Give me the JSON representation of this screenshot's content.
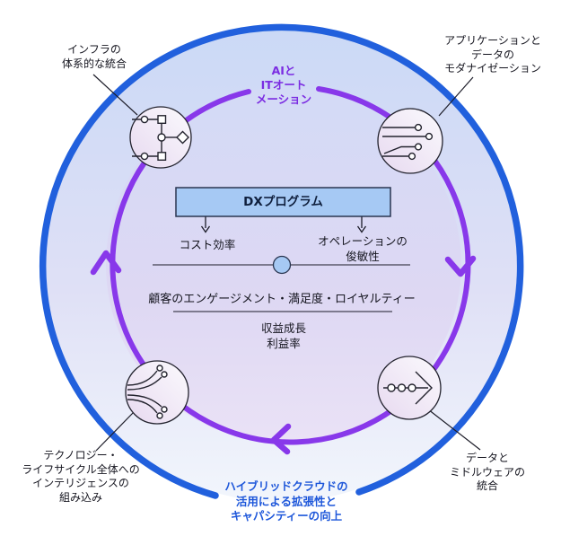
{
  "diagram_title": "DX program transformation cycle",
  "colors": {
    "outer_ring_blue": "#2160dd",
    "inner_ring_purple": "#8838ea",
    "program_box_fill": "#a6c9f4",
    "program_box_border": "#2a3550",
    "dark_text": "#15151f",
    "purple_text": "#7b2ce2",
    "blue_text": "#1e57da",
    "inner_fill_top": "#d3daf6",
    "inner_fill_bottom": "#eae2f6",
    "outer_fill_top": "#cbd9f6",
    "outer_fill_bottom": "#f2f6fc"
  },
  "ring_labels": {
    "top": {
      "lines": [
        "AIと",
        "ITオート",
        "メーション"
      ]
    },
    "bottom": {
      "lines": [
        "ハイブリッドクラウドの",
        "活用による拡張性と",
        "キャパシティーの向上"
      ]
    }
  },
  "corner_labels": {
    "top_left": {
      "icon": "network-topology-icon",
      "lines": [
        "インフラの",
        "体系的な統合"
      ]
    },
    "top_right": {
      "icon": "circuit-traces-icon",
      "lines": [
        "アプリケーションと",
        "データの",
        "モダナイゼーション"
      ]
    },
    "bottom_left": {
      "icon": "converging-flows-icon",
      "lines": [
        "テクノロジー・",
        "ライフサイクル全体への",
        "インテリジェンスの",
        "組み込み"
      ]
    },
    "bottom_right": {
      "icon": "data-pipeline-arrow-icon",
      "lines": [
        "データと",
        "ミドルウェアの",
        "統合"
      ]
    }
  },
  "center": {
    "program_box": "DXプログラム",
    "outcome_left": "コスト効率",
    "outcome_right": {
      "lines": [
        "オペレーションの",
        "俊敏性"
      ]
    },
    "customer_line": "顧客のエンゲージメント・満足度・ロイヤルティー",
    "financial": {
      "lines": [
        "収益成長",
        "利益率"
      ]
    }
  }
}
